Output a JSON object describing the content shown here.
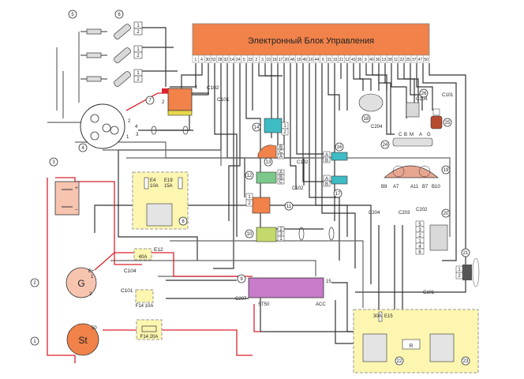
{
  "ecu": {
    "title": "Электронный Блок Управления",
    "pins": [
      "1",
      "4",
      "30",
      "52",
      "28",
      "32",
      "14",
      "24",
      "5",
      "33",
      "2",
      "3",
      "10",
      "18",
      "17",
      "20",
      "46",
      "19",
      "45",
      "16",
      "44",
      "6",
      "31",
      "15",
      "21",
      "12",
      "43",
      "35",
      "9",
      "40",
      "36",
      "13",
      "38",
      "11",
      "22",
      "25",
      "37",
      "47",
      "50"
    ],
    "color": "#f0824a"
  },
  "components": [
    {
      "id": "1",
      "label": "St",
      "color": "#f0824a"
    },
    {
      "id": "2",
      "label": "G",
      "color": "#f7c4b0"
    },
    {
      "id": "3",
      "label": "",
      "color": "#f7c4b0"
    },
    {
      "id": "4",
      "label": ""
    },
    {
      "id": "5",
      "label": ""
    },
    {
      "id": "6",
      "label": ""
    },
    {
      "id": "7",
      "label": ""
    },
    {
      "id": "8",
      "label": ""
    },
    {
      "id": "9",
      "label": ""
    },
    {
      "id": "10",
      "label": ""
    },
    {
      "id": "11",
      "label": ""
    },
    {
      "id": "12",
      "label": ""
    },
    {
      "id": "13",
      "label": ""
    },
    {
      "id": "14",
      "label": ""
    },
    {
      "id": "16",
      "label": ""
    },
    {
      "id": "17",
      "label": ""
    },
    {
      "id": "18",
      "label": ""
    },
    {
      "id": "19",
      "label": ""
    },
    {
      "id": "20",
      "label": ""
    },
    {
      "id": "21",
      "label": ""
    },
    {
      "id": "22",
      "label": ""
    },
    {
      "id": "23",
      "label": ""
    },
    {
      "id": "24",
      "label": ""
    },
    {
      "id": "25",
      "label": ""
    },
    {
      "id": "26",
      "label": ""
    }
  ],
  "fuses": {
    "e4": {
      "name": "E4",
      "rating": "10A"
    },
    "e19": {
      "name": "E19",
      "rating": "15A"
    },
    "e12": {
      "name": "E12",
      "rating": "40A"
    },
    "f14a": {
      "name": "F14",
      "rating": "10A",
      "text": "F14 10A"
    },
    "f14b": {
      "name": "F14",
      "rating": "20A",
      "text": "F14 20A"
    },
    "e15": {
      "name": "E15",
      "rating": "30A"
    }
  },
  "connectors": {
    "c102": "C102",
    "c101": "C101",
    "c104": "C104",
    "c204": "C204",
    "c203": "C203",
    "c202": "C202",
    "c207": "C207"
  },
  "ignition_switch": {
    "pin15": "15",
    "st50": "ST50",
    "acc": "ACC",
    "color": "#c77bc9"
  },
  "generator_pins": {
    "bplus": "B+",
    "p1": "1",
    "p2": "2"
  },
  "starter_pin": "50",
  "cluster_pins": [
    "B9",
    "A7",
    "A11",
    "B7",
    "B10"
  ],
  "gauge24_pins": [
    "C",
    "B",
    "M",
    "A",
    "G"
  ],
  "sensor_pins": {
    "abc": [
      "A",
      "B",
      "C"
    ],
    "ab": [
      "A",
      "B"
    ],
    "n12": [
      "1",
      "2"
    ],
    "n123": [
      "2",
      "3",
      "1"
    ],
    "n20": [
      "5",
      "3",
      "2",
      "1",
      "4",
      "6"
    ]
  },
  "relay_labels": {
    "r": "R"
  },
  "pin_coil": [
    "1",
    "2"
  ],
  "coil_pins": {
    "p1": "1",
    "p2": "2"
  },
  "dist_pins": {
    "p1": "1",
    "p2": "2",
    "p3": "3",
    "p4": "4"
  }
}
